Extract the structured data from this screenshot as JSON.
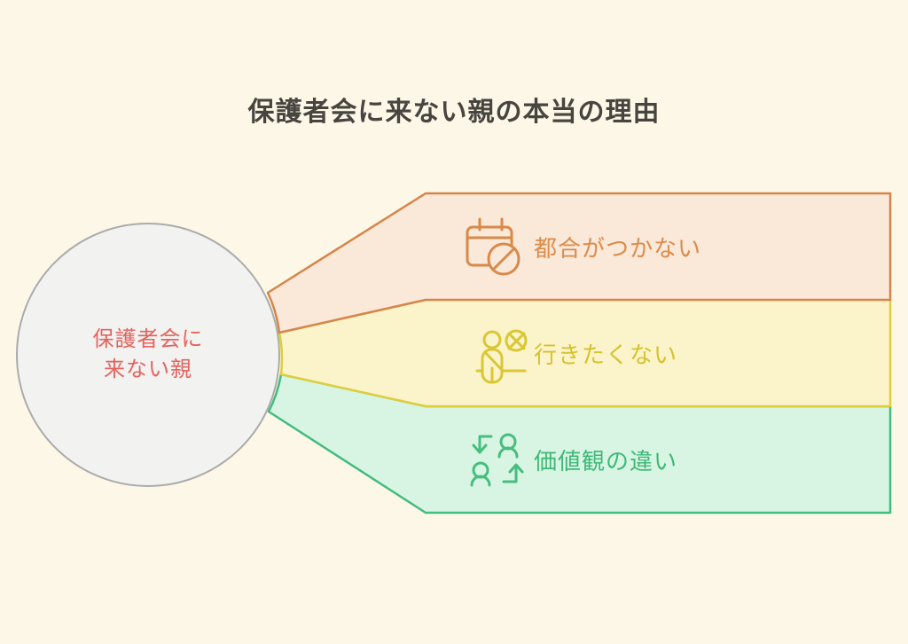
{
  "title": "保護者会に来ない親の本当の理由",
  "background_color": "#fcf7e6",
  "title_color": "#484540",
  "center_node": {
    "line1": "保護者会に",
    "line2": "来ない親",
    "full_label": "保護者会に来ない親",
    "fill": "#f2f2f1",
    "border_color": "#ababab",
    "text_color": "#e3635e"
  },
  "branches": [
    {
      "label": "都合がつかない",
      "icon": "calendar-blocked-icon",
      "fill": "#fae8d9",
      "border_color": "#d5854a",
      "text_color": "#dc8b49"
    },
    {
      "label": "行きたくない",
      "icon": "absent-person-icon",
      "fill": "#fbf4ca",
      "border_color": "#ddce3e",
      "text_color": "#d6c22e"
    },
    {
      "label": "価値観の違い",
      "icon": "people-exchange-icon",
      "fill": "#d8f5e3",
      "border_color": "#42bc80",
      "text_color": "#3fb878"
    }
  ]
}
